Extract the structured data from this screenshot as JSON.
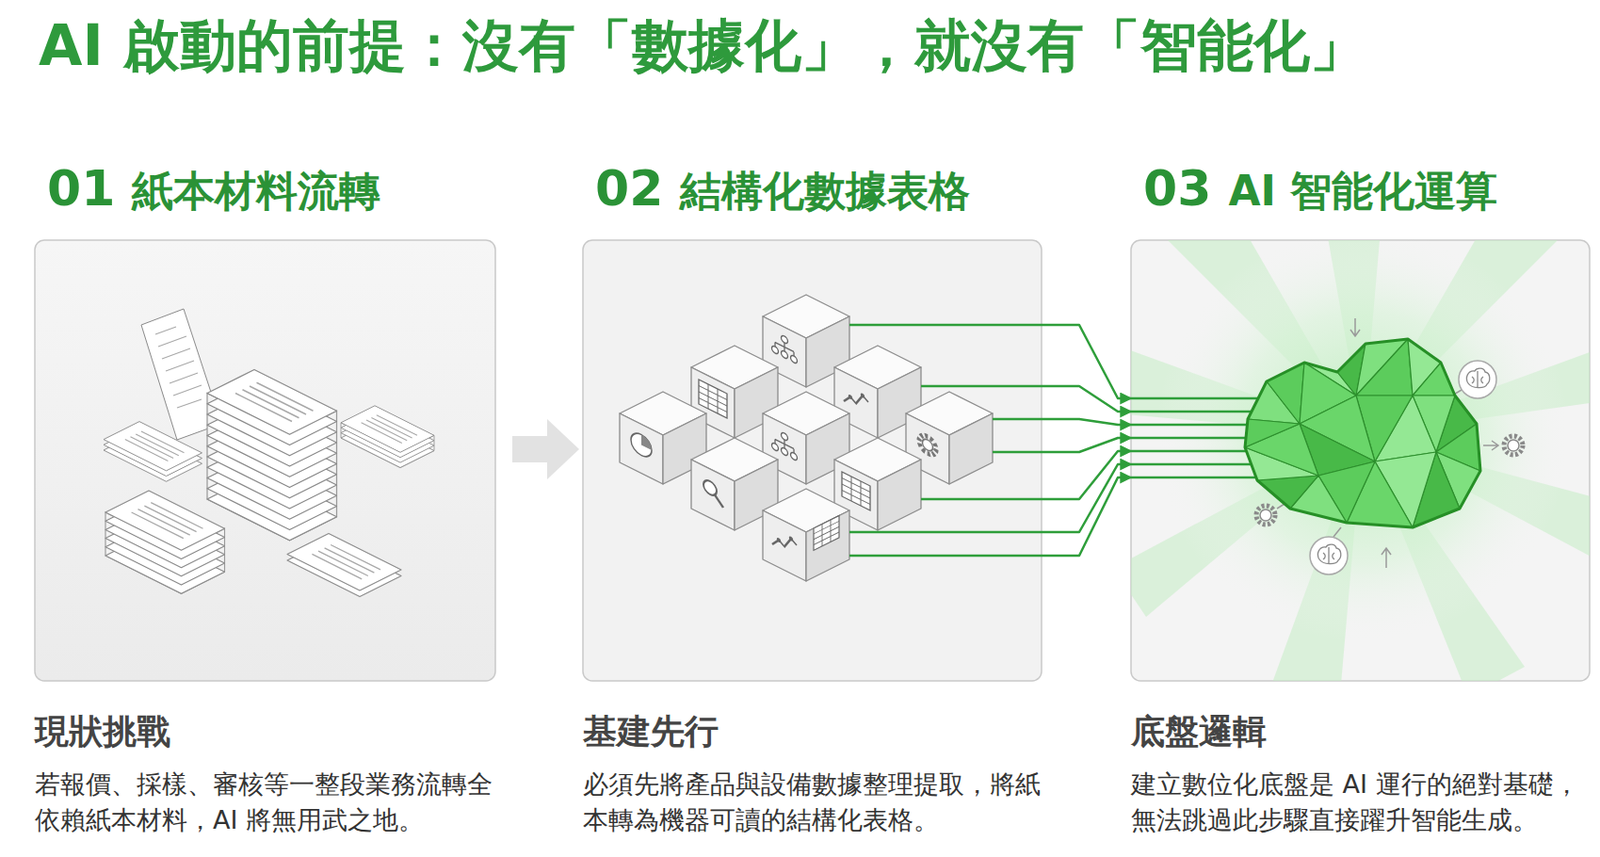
{
  "diagram": {
    "title": "AI 啟動的前提：沒有「數據化」，就沒有「智能化」",
    "nodes": [
      {
        "text": [
          "01",
          "紙本材料流轉",
          "現狀挑戰",
          "若報價、採樣、審核等一整段業務流轉全 依賴紙本材料，AI 將無用武之地。"
        ]
      },
      {
        "text": [
          "02",
          "結構化數據表格",
          "基建先行",
          "必須先將產品與設備數據整理提取，將紙 本轉為機器可讀的結構化表格。"
        ]
      },
      {
        "text": [
          "03",
          "AI 智能化運算",
          "底盤邏輯",
          "建立數位化底盤是 AI 運行的絕對基礎， 無法跳過此步驟直接躍升智能生成。"
        ]
      }
    ],
    "edges": [
      {
        "from": 0,
        "to": 1,
        "arrow": "to"
      },
      {
        "from": 1,
        "to": 2,
        "arrow": "to"
      }
    ]
  }
}
